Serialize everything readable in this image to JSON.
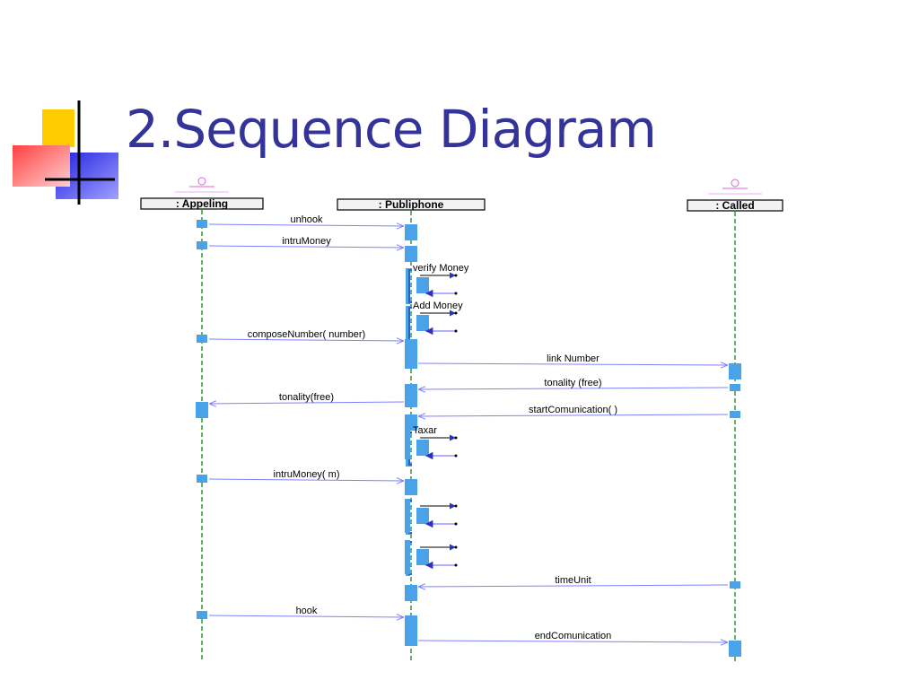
{
  "slide": {
    "title": "2.Sequence Diagram"
  },
  "diagram": {
    "participants": [
      {
        "id": "appeling",
        "label": ": Appeling",
        "actor": true
      },
      {
        "id": "publiphone",
        "label": ": Publiphone",
        "actor": false
      },
      {
        "id": "called",
        "label": ": Called",
        "actor": true
      }
    ],
    "messages": [
      {
        "label": "unhook",
        "from": "appeling",
        "to": "publiphone"
      },
      {
        "label": "intruMoney",
        "from": "appeling",
        "to": "publiphone"
      },
      {
        "label": "verify Money",
        "from": "publiphone",
        "to": "publiphone"
      },
      {
        "label": "Add Money",
        "from": "publiphone",
        "to": "publiphone"
      },
      {
        "label": "composeNumber( number)",
        "from": "appeling",
        "to": "publiphone"
      },
      {
        "label": "link Number",
        "from": "publiphone",
        "to": "called"
      },
      {
        "label": "tonality (free)",
        "from": "called",
        "to": "publiphone"
      },
      {
        "label": "tonality(free)",
        "from": "publiphone",
        "to": "appeling"
      },
      {
        "label": "startComunication( )",
        "from": "called",
        "to": "publiphone"
      },
      {
        "label": "Taxar",
        "from": "publiphone",
        "to": "publiphone"
      },
      {
        "label": "intruMoney( m)",
        "from": "appeling",
        "to": "publiphone"
      },
      {
        "label": "",
        "from": "publiphone",
        "to": "publiphone"
      },
      {
        "label": "",
        "from": "publiphone",
        "to": "publiphone"
      },
      {
        "label": "timeUnit",
        "from": "called",
        "to": "publiphone"
      },
      {
        "label": "hook",
        "from": "appeling",
        "to": "publiphone"
      },
      {
        "label": "endComunication",
        "from": "publiphone",
        "to": "called"
      }
    ],
    "colors": {
      "lifeline": "#2e8b2e",
      "activation": "#4aa3e8",
      "arrow": "#8080ff",
      "actor": "#e060e0",
      "title": "#333399"
    }
  }
}
